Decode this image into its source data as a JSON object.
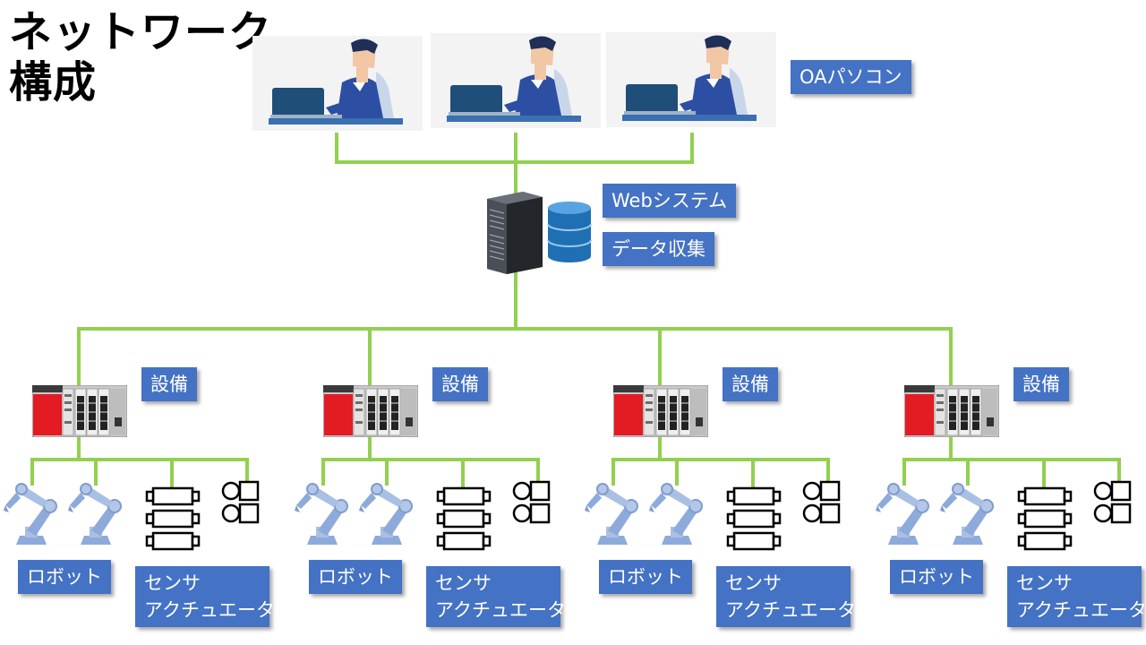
{
  "title": {
    "line1": "ネットワーク",
    "line2": "構成"
  },
  "labels": {
    "oa_pc": "OAパソコン",
    "web_system": "Webシステム",
    "data_collection": "データ収集"
  },
  "equipment_units": [
    {
      "equipment": "設備",
      "robot": "ロボット",
      "sensor_line1": "センサ",
      "sensor_line2": "アクチュエータ"
    },
    {
      "equipment": "設備",
      "robot": "ロボット",
      "sensor_line1": "センサ",
      "sensor_line2": "アクチュエータ"
    },
    {
      "equipment": "設備",
      "robot": "ロボット",
      "sensor_line1": "センサ",
      "sensor_line2": "アクチュエータ"
    },
    {
      "equipment": "設備",
      "robot": "ロボット",
      "sensor_line1": "センサ",
      "sensor_line2": "アクチュエータ"
    }
  ],
  "colors": {
    "wire": "#92d050",
    "label_bg": "#4472c4",
    "plc_red": "#e31b23",
    "robot": "#8eaadb"
  },
  "icons": [
    "person-at-laptop-icon",
    "server-tower-icon",
    "database-icon",
    "plc-icon",
    "robot-arm-icon",
    "sensor-stack-icon",
    "actuator-icon"
  ]
}
